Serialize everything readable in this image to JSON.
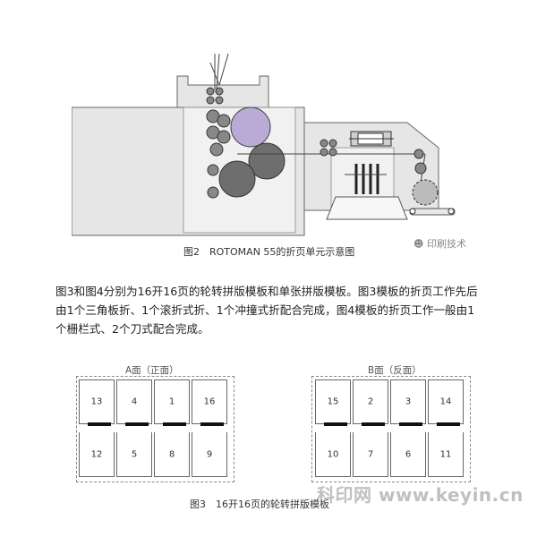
{
  "figure2": {
    "caption": "图2　ROTOMAN 55的折页单元示意图",
    "watermark": "印刷技术"
  },
  "paragraph": {
    "text": "图3和图4分别为16开16页的轮转拼版模板和单张拼版模板。图3模板的折页工作先后由1个三角板折、1个滚折式折、1个冲撞式折配合完成，图4模板的折页工作一般由1个栅栏式、2个刀式配合完成。"
  },
  "figure3": {
    "sheet_a_label": "A面（正面）",
    "sheet_b_label": "B面（反面）",
    "sheet_a": {
      "top": [
        "13",
        "4",
        "1",
        "16"
      ],
      "bottom": [
        "12",
        "5",
        "8",
        "9"
      ]
    },
    "sheet_b": {
      "top": [
        "15",
        "2",
        "3",
        "14"
      ],
      "bottom": [
        "10",
        "7",
        "6",
        "11"
      ]
    },
    "caption": "图3　16开16页的轮转拼版模板",
    "site_watermark": "科印网 www.keyin.cn"
  },
  "colors": {
    "gray_machine": "#e4e4e4",
    "roller_dark": "#707070",
    "roller_purple": "#b9aad6",
    "line": "#555555"
  }
}
